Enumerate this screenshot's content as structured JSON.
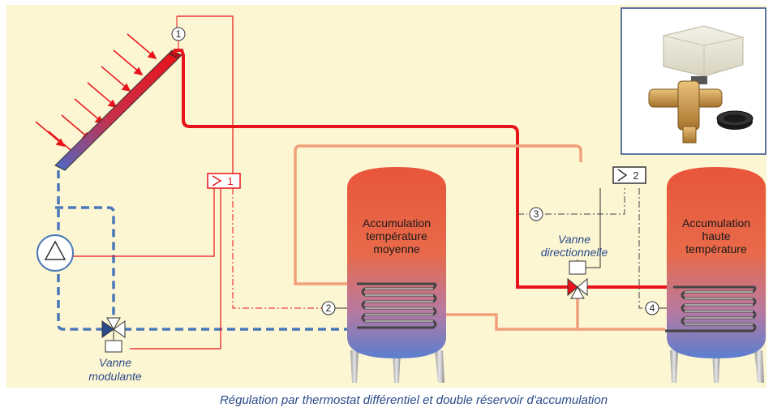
{
  "caption": "Régulation par thermostat différentiel et double réservoir d'accumulation",
  "tank_medium": {
    "line1": "Accumulation",
    "line2": "température",
    "line3": "moyenne"
  },
  "tank_high": {
    "line1": "Accumulation",
    "line2": "haute",
    "line3": "température"
  },
  "valve_directional": {
    "line1": "Vanne",
    "line2": "directionnelle"
  },
  "valve_modulating": {
    "line1": "Vanne",
    "line2": "modulante"
  },
  "thermostat_1": "1",
  "thermostat_2": "2",
  "sensors": [
    "1",
    "2",
    "3",
    "4"
  ],
  "colors": {
    "background": "#fdf6d3",
    "hot_pipe": "#e8141b",
    "warm_pipe": "#f0a07a",
    "cold_pipe": "#4a78b8",
    "control_line": "#e8141b",
    "control_line_dark": "#555555"
  }
}
